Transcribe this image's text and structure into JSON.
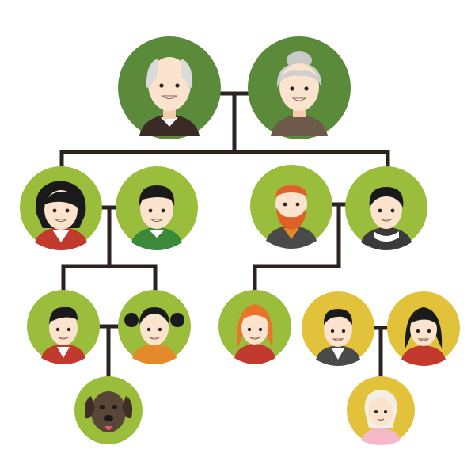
{
  "colors": {
    "background": "#ffffff",
    "connector": "#2b2320",
    "gen1_circle": "#5a8a3a",
    "green_circle": "#9abd3c",
    "yellow_circle": "#e2c23a",
    "skin": "#fbe3cd",
    "skin_shade": "#f3cdb0"
  },
  "people": [
    {
      "id": "grandfather",
      "generation": 1,
      "icon": "elderly-man-avatar"
    },
    {
      "id": "grandmother",
      "generation": 1,
      "icon": "elderly-woman-avatar"
    },
    {
      "id": "mother",
      "generation": 2,
      "icon": "woman-avatar"
    },
    {
      "id": "father",
      "generation": 2,
      "icon": "man-avatar"
    },
    {
      "id": "red-haired-man",
      "generation": 2,
      "icon": "bearded-man-avatar"
    },
    {
      "id": "dark-haired-woman",
      "generation": 2,
      "icon": "woman-avatar"
    },
    {
      "id": "boy",
      "generation": 3,
      "icon": "boy-avatar"
    },
    {
      "id": "girl",
      "generation": 3,
      "icon": "girl-avatar"
    },
    {
      "id": "red-haired-girl",
      "generation": 3,
      "icon": "girl-avatar"
    },
    {
      "id": "young-man",
      "generation": 3,
      "icon": "man-avatar"
    },
    {
      "id": "young-woman",
      "generation": 3,
      "icon": "woman-avatar"
    },
    {
      "id": "dog",
      "generation": 4,
      "icon": "dog-avatar"
    },
    {
      "id": "baby",
      "generation": 4,
      "icon": "baby-avatar"
    }
  ]
}
